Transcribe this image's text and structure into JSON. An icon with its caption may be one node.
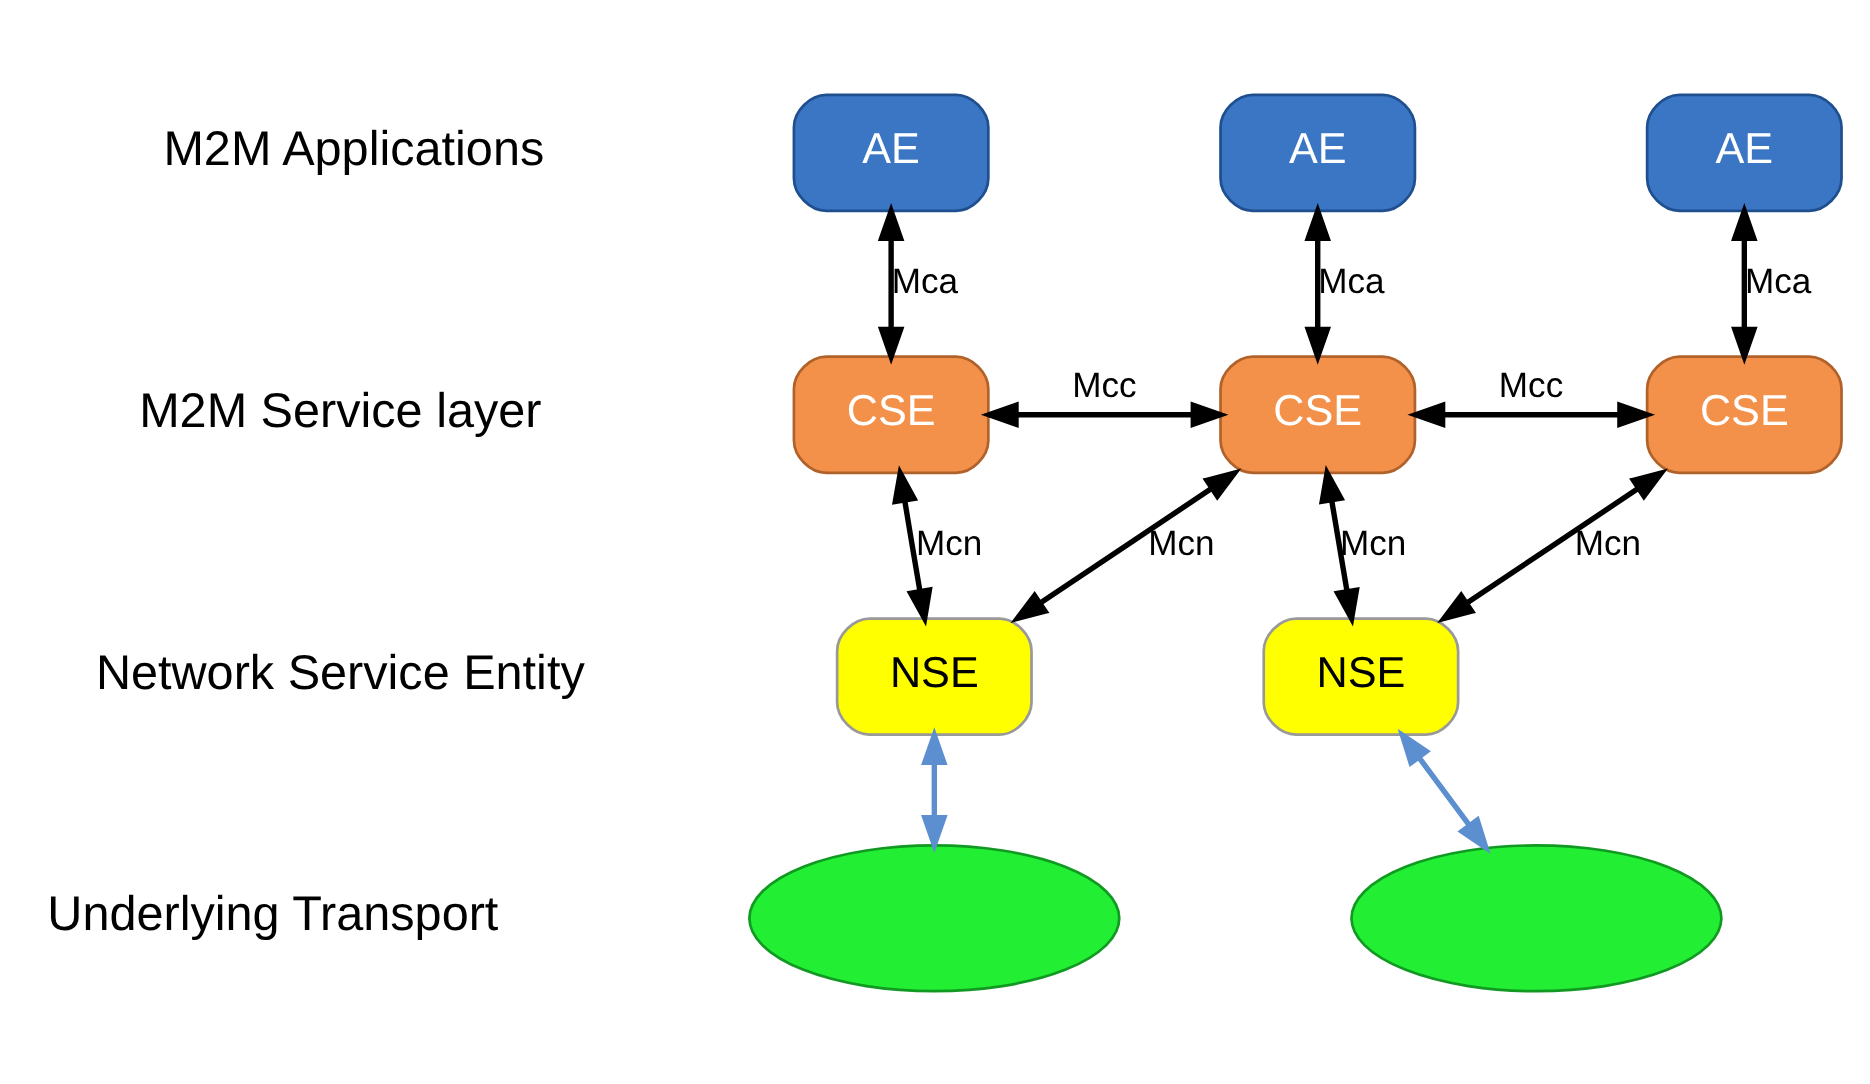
{
  "diagram": {
    "nodes": [
      {
        "text": [
          "AE"
        ]
      },
      {
        "text": [
          "AE"
        ]
      },
      {
        "text": [
          "AE"
        ]
      },
      {
        "text": [
          "CSE"
        ]
      },
      {
        "text": [
          "CSE"
        ]
      },
      {
        "text": [
          "CSE"
        ]
      },
      {
        "text": [
          "NSE"
        ]
      },
      {
        "text": [
          "NSE"
        ]
      },
      {
        "text": [],
        "shape": "cloud"
      },
      {
        "text": [],
        "shape": "cloud"
      }
    ],
    "edges": [
      {
        "from": 0,
        "to": 3,
        "arrow": "both",
        "label": "Mca"
      },
      {
        "from": 1,
        "to": 4,
        "arrow": "both",
        "label": "Mca"
      },
      {
        "from": 2,
        "to": 5,
        "arrow": "both",
        "label": "Mca"
      },
      {
        "from": 3,
        "to": 4,
        "arrow": "both",
        "label": "Mcc"
      },
      {
        "from": 4,
        "to": 5,
        "arrow": "both",
        "label": "Mcc"
      },
      {
        "from": 3,
        "to": 6,
        "arrow": "both",
        "label": "Mcn"
      },
      {
        "from": 4,
        "to": 6,
        "arrow": "both",
        "label": "Mcn"
      },
      {
        "from": 4,
        "to": 7,
        "arrow": "both",
        "label": "Mcn"
      },
      {
        "from": 5,
        "to": 7,
        "arrow": "both",
        "label": "Mcn"
      },
      {
        "from": 6,
        "to": 8,
        "arrow": "both",
        "color": "#5b8fd0"
      },
      {
        "from": 7,
        "to": 9,
        "arrow": "both",
        "color": "#5b8fd0"
      }
    ],
    "labels": [
      "M2M Applications",
      "M2M Service layer",
      "Network Service Entity",
      "Underlying Transport"
    ]
  }
}
